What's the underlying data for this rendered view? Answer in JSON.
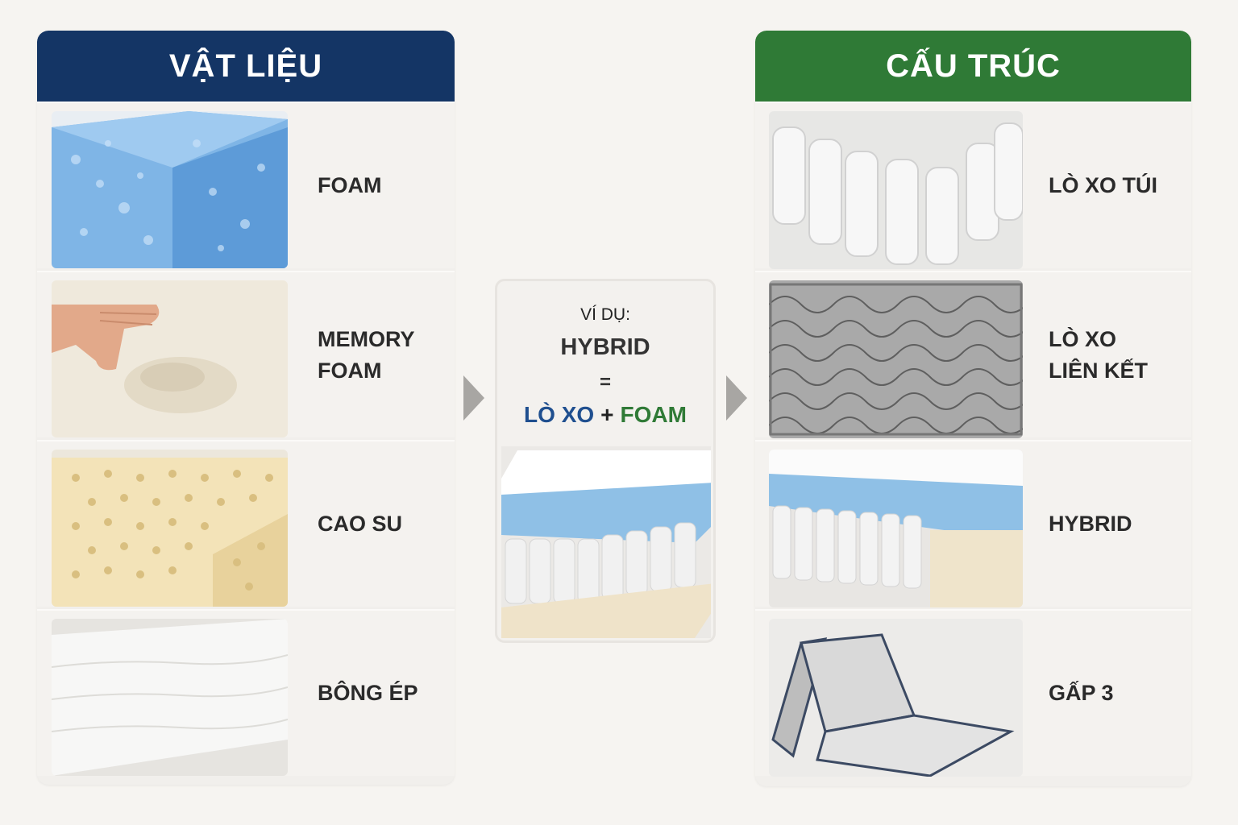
{
  "materials": {
    "title": "VẬT LIỆU",
    "items": [
      {
        "label": "FOAM",
        "icon": "foam-block-icon"
      },
      {
        "label": "MEMORY\nFOAM",
        "icon": "memory-foam-icon"
      },
      {
        "label": "CAO SU",
        "icon": "latex-block-icon"
      },
      {
        "label": "BÔNG ÉP",
        "icon": "pressed-cotton-icon"
      }
    ]
  },
  "example": {
    "title": "VÍ DỤ:",
    "product": "HYBRID",
    "equals": "=",
    "part1": "LÒ XO",
    "plus": "+",
    "part2": "FOAM"
  },
  "structures": {
    "title": "CẤU TRÚC",
    "items": [
      {
        "label": "LÒ XO TÚI",
        "icon": "pocket-spring-icon"
      },
      {
        "label": "LÒ XO\nLIÊN KẾT",
        "icon": "bonnell-spring-icon"
      },
      {
        "label": "HYBRID",
        "icon": "hybrid-mattress-icon"
      },
      {
        "label": "GẤP 3",
        "icon": "trifold-mattress-icon"
      }
    ]
  },
  "colors": {
    "materials_header": "#143565",
    "structures_header": "#2f7a36",
    "formula_blue": "#1f4f8f",
    "formula_green": "#2f7a36"
  }
}
